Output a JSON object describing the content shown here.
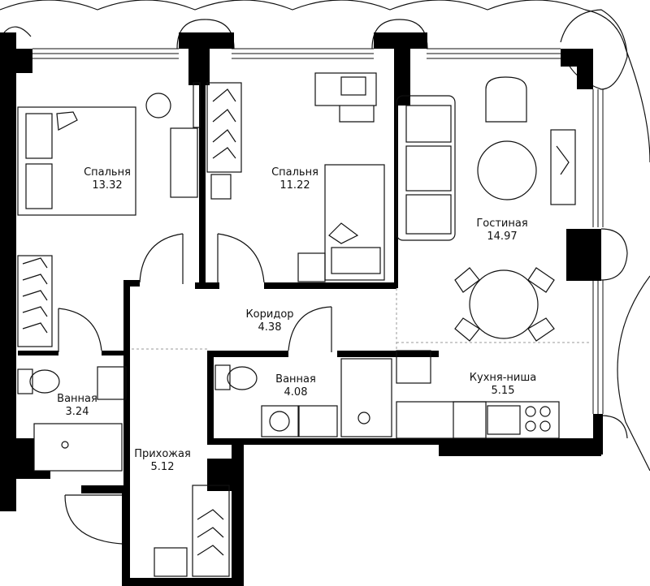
{
  "rooms": [
    {
      "name": "Спальня",
      "area": "13.32"
    },
    {
      "name": "Спальня",
      "area": "11.22"
    },
    {
      "name": "Гостиная",
      "area": "14.97"
    },
    {
      "name": "Коридор",
      "area": "4.38"
    },
    {
      "name": "Ванная",
      "area": "4.08"
    },
    {
      "name": "Кухня-ниша",
      "area": "5.15"
    },
    {
      "name": "Ванная",
      "area": "3.24"
    },
    {
      "name": "Прихожая",
      "area": "5.12"
    }
  ]
}
